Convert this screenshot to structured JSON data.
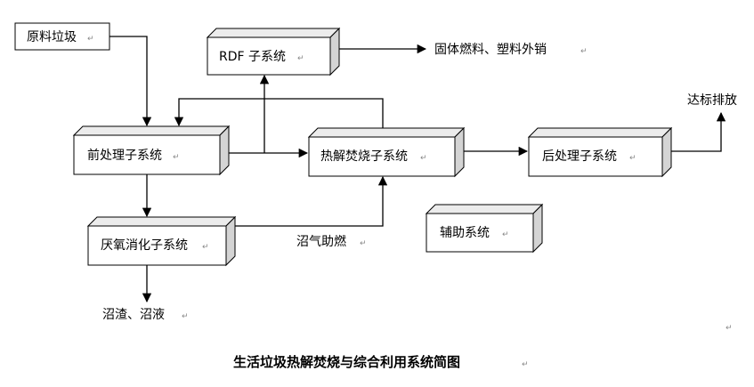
{
  "nodes": {
    "raw_waste": "原料垃圾",
    "rdf_subsystem": "RDF 子系统",
    "pretreatment_subsystem": "前处理子系统",
    "pyrolysis_incineration_subsystem": "热解焚烧子系统",
    "posttreatment_subsystem": "后处理子系统",
    "anaerobic_digestion_subsystem": "厌氧消化子系统",
    "auxiliary_system": "辅助系统"
  },
  "outputs": {
    "rdf_output": "固体燃料、塑料外销",
    "emission_output": "达标排放",
    "digestion_output": "沼渣、沼液"
  },
  "edge_labels": {
    "biogas": "沼气助燃"
  },
  "paragraph_mark": "↵",
  "caption": "生活垃圾热解焚烧与综合利用系统简图"
}
